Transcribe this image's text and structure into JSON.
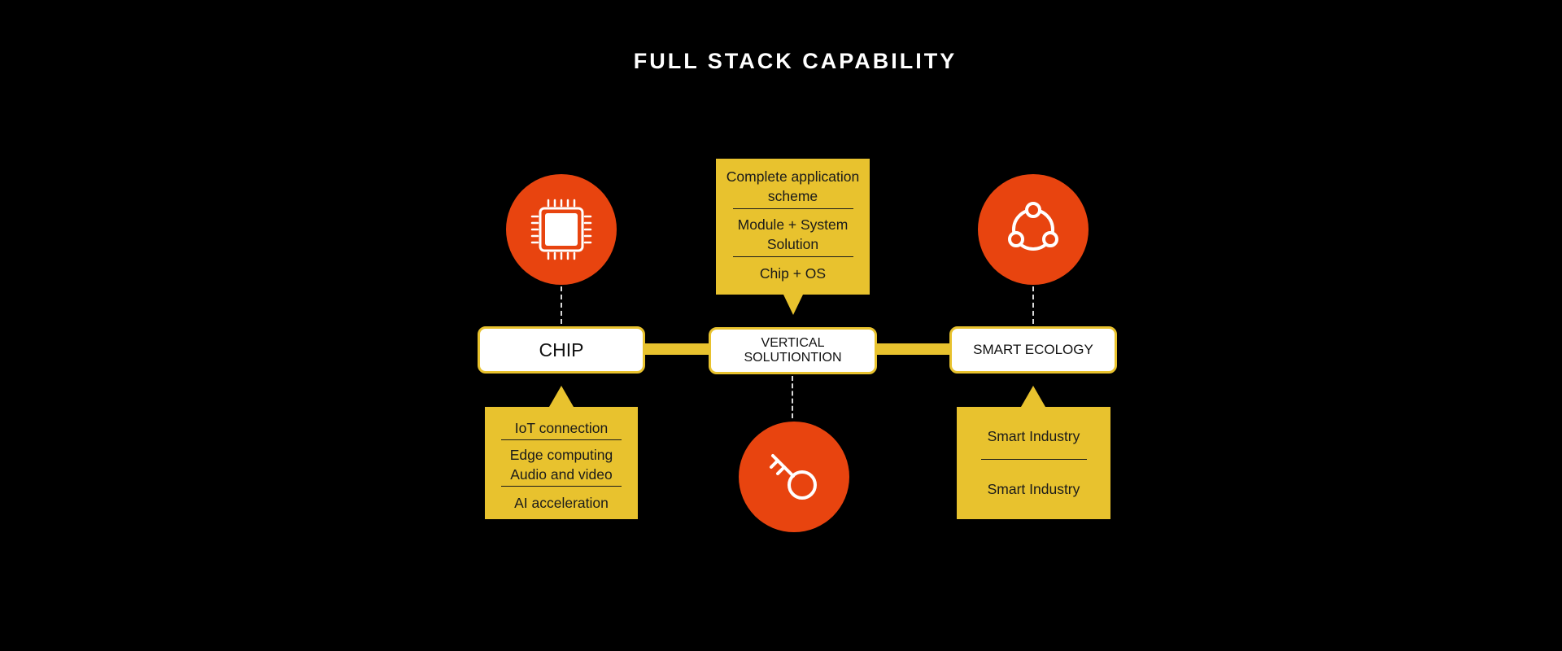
{
  "title": "FULL STACK CAPABILITY",
  "colors": {
    "background": "#000000",
    "accent_orange": "#e8440f",
    "accent_yellow": "#e8c22e",
    "node_fill": "#ffffff"
  },
  "nodes": {
    "chip": {
      "label": "CHIP",
      "icon": "chip-icon"
    },
    "vertical": {
      "label": "VERTICAL SOLUTIONTION",
      "icon": "key-icon"
    },
    "ecology": {
      "label": "SMART ECOLOGY",
      "icon": "share-network-icon"
    }
  },
  "vertical_box": {
    "items": [
      "Complete application scheme",
      "Module + System Solution",
      "Chip + OS"
    ]
  },
  "chip_box": {
    "items": [
      "IoT connection",
      "Edge computing Audio and video",
      "AI acceleration"
    ]
  },
  "ecology_box": {
    "items": [
      "Smart Industry",
      "Smart Industry"
    ]
  }
}
